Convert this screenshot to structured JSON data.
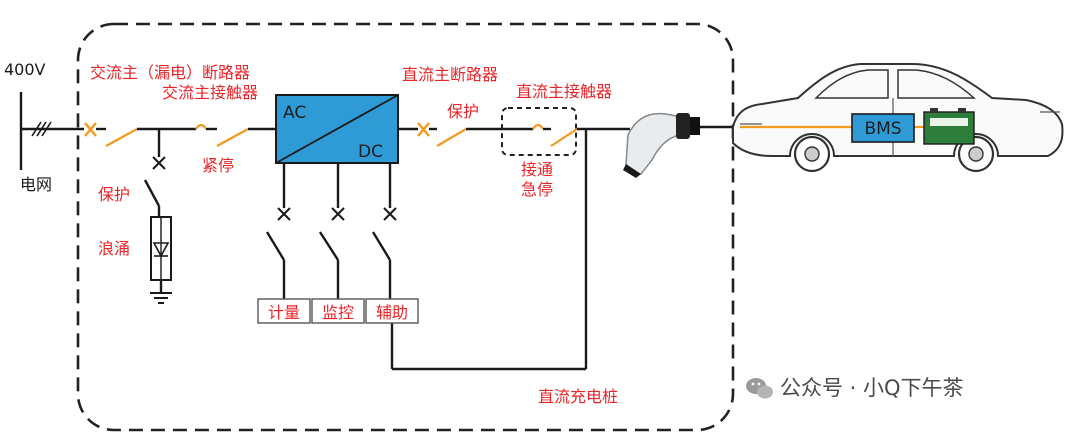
{
  "grid": {
    "voltage": "400V",
    "label": "电网"
  },
  "labels": {
    "ac_breaker": "交流主（漏电）断路器",
    "ac_contactor": "交流主接触器",
    "dc_breaker": "直流主断路器",
    "dc_contactor": "直流主接触器",
    "protect_top": "保护",
    "emergency_stop": "紧停",
    "protect_left": "保护",
    "surge": "浪涌",
    "interlock_line1": "接通",
    "interlock_line2": "急停",
    "pile": "直流充电桩"
  },
  "converter": {
    "ac": "AC",
    "dc": "DC"
  },
  "modules": [
    "计量",
    "监控",
    "辅助"
  ],
  "vehicle": {
    "bms": "BMS"
  },
  "watermark": "公众号 · 小Q下午茶",
  "colors": {
    "label_red": "#e8262a",
    "converter_blue": "#2e9bd6",
    "line_orange": "#f39a1e"
  }
}
